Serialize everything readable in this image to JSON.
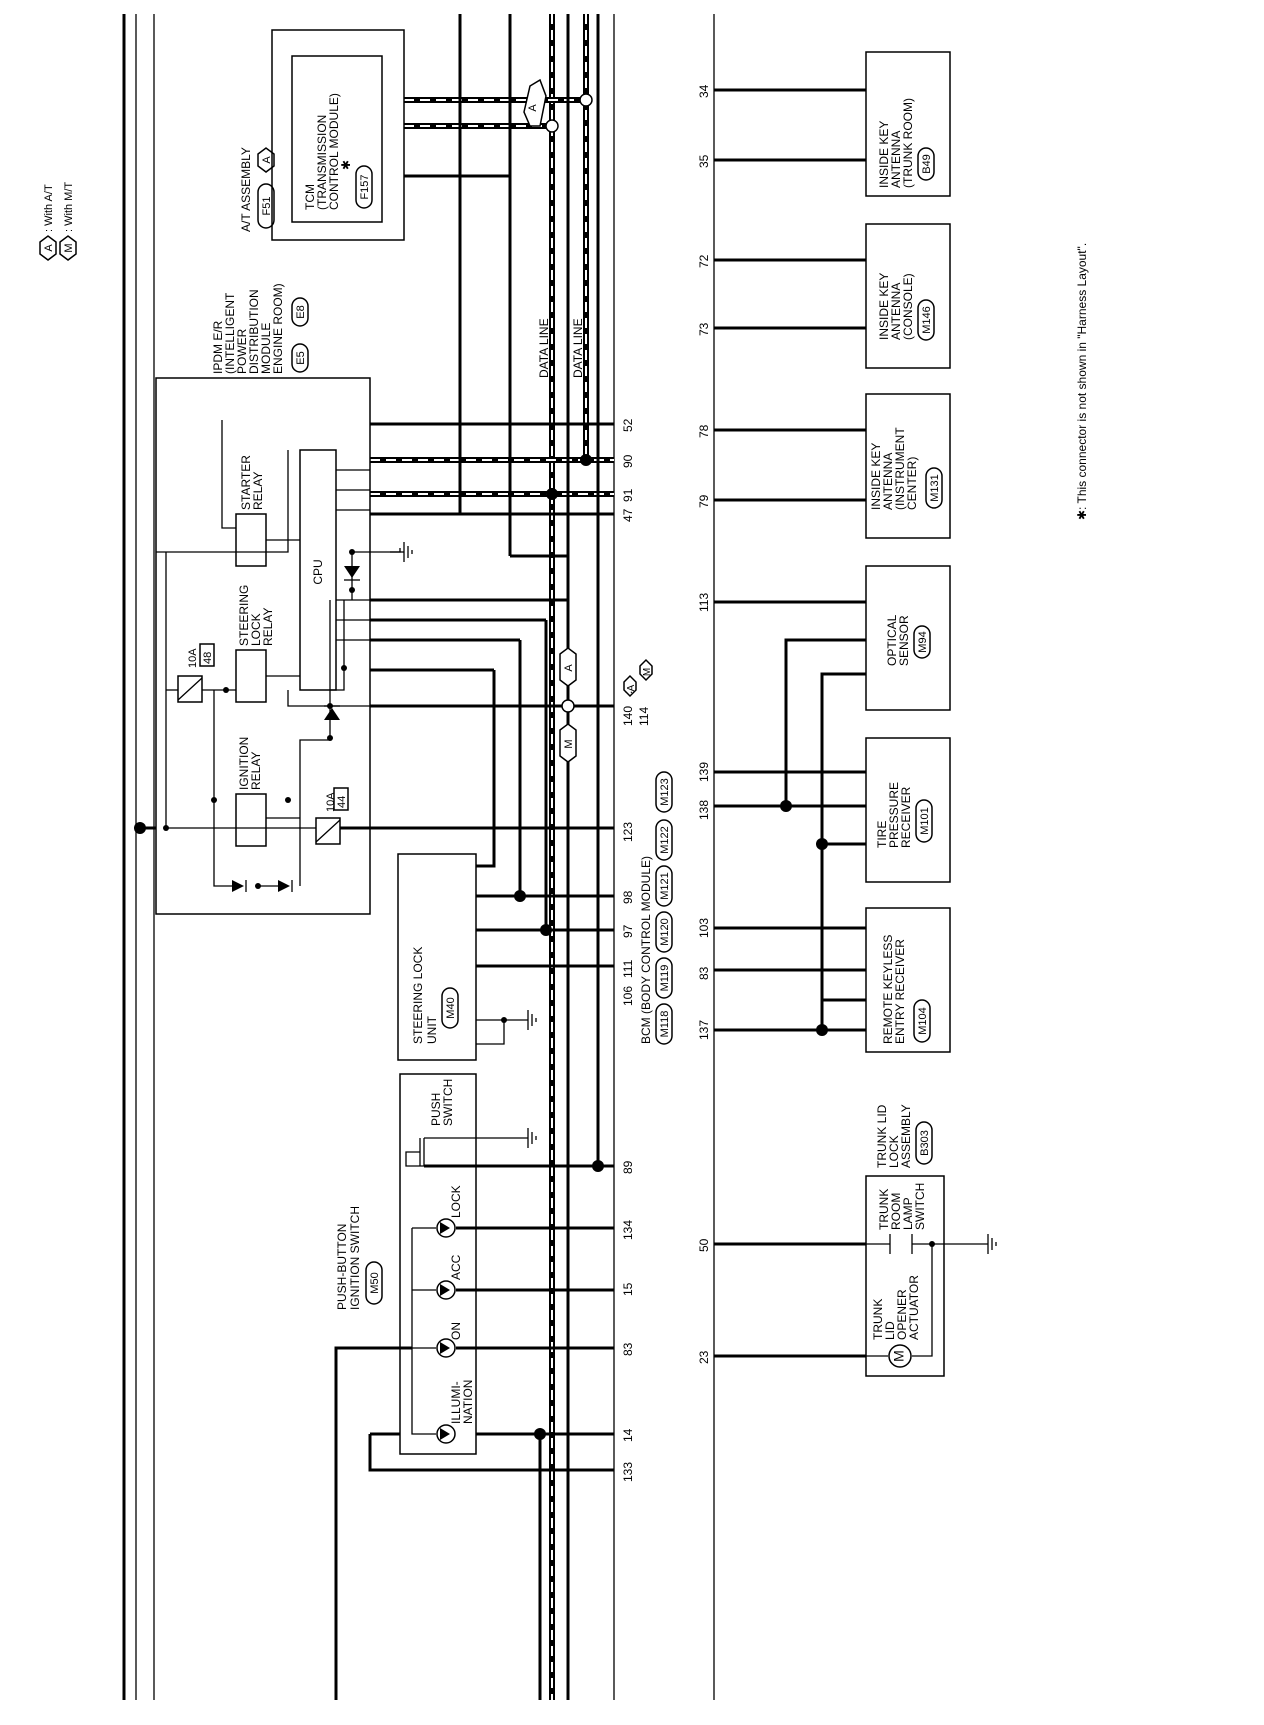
{
  "legend": {
    "a_text": ": With A/T",
    "m_text": ": With M/T",
    "a_code": "A",
    "m_code": "M"
  },
  "footnote": "✱: This connector is not shown in \"Harness Layout\".",
  "bcm": {
    "label": "BCM (BODY CONTROL MODULE)",
    "connectors": [
      "M118",
      "M119",
      "M120",
      "M121",
      "M122",
      "M123"
    ]
  },
  "at_assembly": {
    "label": "A/T ASSEMBLY",
    "connector": "F51",
    "code": "A"
  },
  "tcm": {
    "lines": [
      "TCM",
      "(TRANSMISSION",
      "CONTROL MODULE)"
    ],
    "connector": "F157",
    "star": "✱"
  },
  "ipdm": {
    "lines": [
      "IPDM E/R",
      "(INTELLIGENT",
      "POWER",
      "DISTRIBUTION",
      "MODULE",
      "ENGINE ROOM)"
    ],
    "connectors": [
      "E5",
      "E8"
    ],
    "cpu": "CPU",
    "starter_relay": [
      "STARTER",
      "RELAY"
    ],
    "steering_lock_relay": [
      "STEERING",
      "LOCK",
      "RELAY"
    ],
    "ignition_relay": [
      "IGNITION",
      "RELAY"
    ],
    "fuse_1": {
      "rating": "10A",
      "number": "48"
    },
    "fuse_2": {
      "rating": "10A",
      "number": "44"
    }
  },
  "data_lines": [
    "DATA LINE",
    "DATA LINE"
  ],
  "pin_140": "140",
  "pin_114": "114",
  "steering_lock_unit": {
    "lines": [
      "STEERING LOCK",
      "UNIT"
    ],
    "connector": "M40"
  },
  "push_button": {
    "lines": [
      "PUSH-BUTTON",
      "IGNITION SWITCH"
    ],
    "connector": "M50",
    "switch": [
      "PUSH",
      "SWITCH"
    ],
    "leds": [
      "ILLUMI-",
      "NATION",
      "ON",
      "ACC",
      "LOCK"
    ]
  },
  "bcm_pins_left": [
    "52",
    "90",
    "91",
    "47",
    "123",
    "98",
    "97",
    "111",
    "106",
    "89",
    "134",
    "15",
    "83",
    "14",
    "133"
  ],
  "bcm_pins_right": [
    "34",
    "35",
    "72",
    "73",
    "78",
    "79",
    "113",
    "139",
    "138",
    "103",
    "83",
    "137",
    "50",
    "23"
  ],
  "inside_key_trunk": {
    "lines": [
      "INSIDE KEY",
      "ANTENNA",
      "(TRUNK ROOM)"
    ],
    "connector": "B49"
  },
  "inside_key_console": {
    "lines": [
      "INSIDE KEY",
      "ANTENNA",
      "(CONSOLE)"
    ],
    "connector": "M146"
  },
  "inside_key_instrument": {
    "lines": [
      "INSIDE KEY",
      "ANTENNA",
      "(INSTRUMENT",
      "CENTER)"
    ],
    "connector": "M131"
  },
  "optical_sensor": {
    "lines": [
      "OPTICAL",
      "SENSOR"
    ],
    "connector": "M94"
  },
  "tire_pressure": {
    "lines": [
      "TIRE",
      "PRESSURE",
      "RECEIVER"
    ],
    "connector": "M101"
  },
  "remote_keyless": {
    "lines": [
      "REMOTE KEYLESS",
      "ENTRY RECEIVER"
    ],
    "connector": "M104"
  },
  "trunk_lid_lock": {
    "lines": [
      "TRUNK LID",
      "LOCK",
      "ASSEMBLY"
    ],
    "connector": "B303",
    "switch": [
      "TRUNK",
      "ROOM",
      "LAMP",
      "SWITCH"
    ],
    "actuator": [
      "TRUNK",
      "LID",
      "OPENER",
      "ACTUATOR"
    ],
    "motor": "M"
  }
}
